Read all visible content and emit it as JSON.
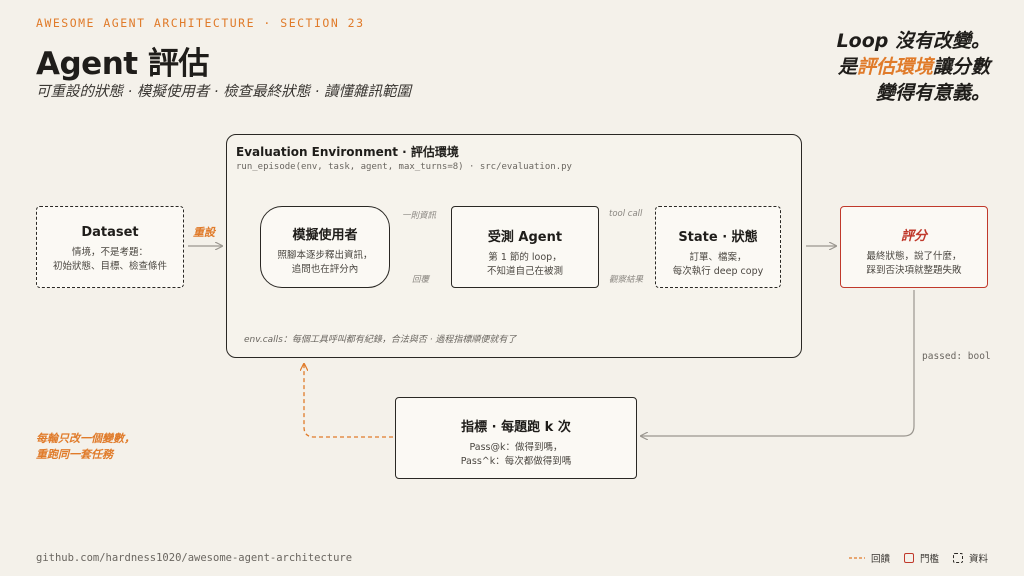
{
  "header": {
    "kicker": "AWESOME AGENT ARCHITECTURE · SECTION 23",
    "title": "Agent 評估",
    "subtitle": "可重設的狀態 · 模擬使用者 · 檢查最終狀態 · 讀懂雜訊範圍"
  },
  "quote": {
    "line1": "Loop 沒有改變。",
    "line2_prefix": "是",
    "line2_highlight": "評估環境",
    "line2_suffix": "讓分數",
    "line3": "變得有意義。"
  },
  "environment": {
    "title": "Evaluation Environment · 評估環境",
    "signature": "run_episode(env, task, agent, max_turns=8) · src/evaluation.py",
    "calls_note": "env.calls：每個工具呼叫都有紀錄，合法與否 · 過程指標順便就有了"
  },
  "nodes": {
    "dataset": {
      "title": "Dataset",
      "desc1": "情境，不是考題：",
      "desc2": "初始狀態、目標、檢查條件"
    },
    "user_sim": {
      "title": "模擬使用者",
      "desc1": "照腳本逐步釋出資訊，",
      "desc2": "追問也在評分內"
    },
    "agent": {
      "title": "受測 Agent",
      "desc1": "第 1 節的 loop，",
      "desc2": "不知道自己在被測"
    },
    "state": {
      "title": "State · 狀態",
      "desc1": "訂單、檔案，",
      "desc2": "每次執行 deep copy"
    },
    "score": {
      "title": "評分",
      "desc1": "最終狀態，說了什麼，",
      "desc2": "踩到否決項就整題失敗"
    },
    "metrics": {
      "title": "指標 · 每題跑 k 次",
      "desc1": "Pass@k：做得到嗎，",
      "desc2": "Pass^k：每次都做得到嗎"
    }
  },
  "edges": {
    "reset": "重設",
    "reveal": "一則資訊",
    "reply": "回覆",
    "tool_call": "tool call",
    "observe": "觀察結果",
    "passed": "passed: bool"
  },
  "side_note": {
    "line1": "每輪只改一個變數，",
    "line2": "重跑同一套任務"
  },
  "footer": {
    "url": "github.com/hardness1020/awesome-agent-architecture"
  },
  "legend": {
    "feedback": "回饋",
    "gate": "門檻",
    "data": "資料"
  },
  "colors": {
    "accent": "#e07b2a",
    "gate": "#c0392b",
    "ink": "#2a2824",
    "background": "#f4f1ea"
  }
}
